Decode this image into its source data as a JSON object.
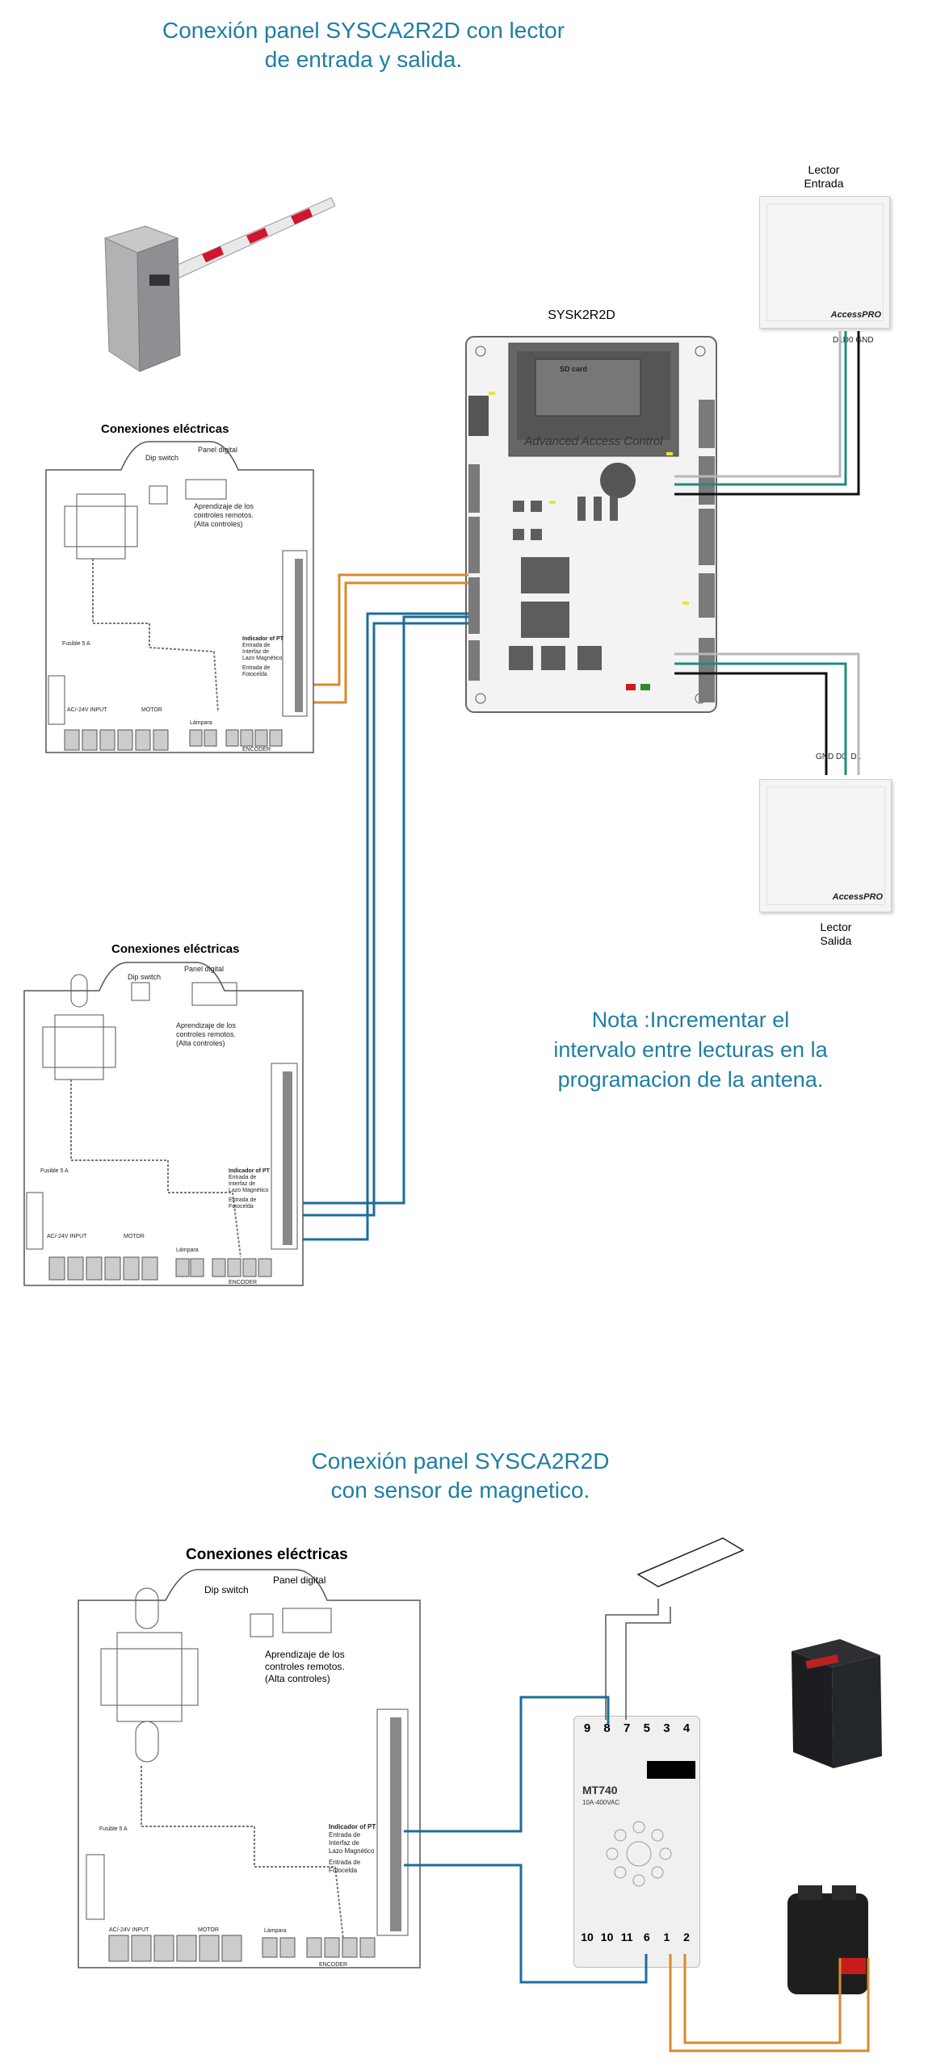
{
  "section1": {
    "title_line1": "Conexión panel SYSCA2R2D con lector",
    "title_line2": "de entrada y salida.",
    "panel_label": "SYSK2R2D",
    "panel_brand": "Advanced Access Control",
    "sd_card": "SD card",
    "reader_in_line1": "Lector",
    "reader_in_line2": "Entrada",
    "reader_out_line1": "Lector",
    "reader_out_line2": "Salida",
    "reader_brand": "AccessPRO",
    "reader_in_pins": "D1D0 GND",
    "reader_out_pins": "GND D0  D1",
    "note_line1": "Nota :Incrementar el",
    "note_line2": "intervalo entre lecturas en la",
    "note_line3": "programacion de la antena."
  },
  "controller_board": {
    "title": "Conexiones eléctricas",
    "dip_switch": "Dip  switch",
    "panel_digital": "Panel digital",
    "learning_line1": "Aprendizaje de los",
    "learning_line2": "controles remotos.",
    "learning_line3": "(Alta controles)",
    "pt_title": "Indicador of PT",
    "pt_loop_line1": "Entrada de",
    "pt_loop_line2": "Interfaz de",
    "pt_loop_line3": "Lazo Magnético",
    "pt_photo_line1": "Entrada de",
    "pt_photo_line2": "Fotocelda",
    "fuse": "Fusible 5 A",
    "ac_input": "AC/-24V INPUT",
    "motor": "MOTOR",
    "lamp": "Lámpara",
    "encoder": "ENCODER"
  },
  "section2": {
    "title_line1": "Conexión panel SYSCA2R2D",
    "title_line2": "con sensor de magnetico.",
    "relay_model": "MT740",
    "relay_spec": "10A-400VAC",
    "relay_top_pins": [
      "9",
      "8",
      "7",
      "5",
      "3",
      "4"
    ],
    "relay_bottom_pins": [
      "10",
      "10",
      "11",
      "6",
      "1",
      "2"
    ]
  },
  "colors": {
    "title": "#1f7ea3",
    "wire_blue": "#1b6e9b",
    "wire_orange": "#d98a2a",
    "wire_green": "#1f8c7a",
    "wire_black": "#111111",
    "wire_gray": "#b8b8b8",
    "panel_bg": "#f2f2f2",
    "terminal": "#6b6b6b"
  }
}
